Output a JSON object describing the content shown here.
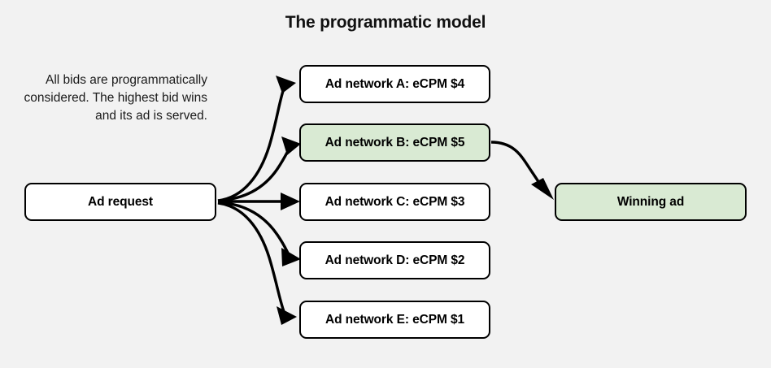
{
  "title": "The programmatic model",
  "description": "All bids are programmatically considered. The highest bid wins and its ad is served.",
  "colors": {
    "background": "#f2f2f2",
    "node_fill": "#ffffff",
    "highlight_fill": "#d9ead3",
    "border": "#000000",
    "text": "#000000"
  },
  "nodes": {
    "request": {
      "label": "Ad request"
    },
    "networks": [
      {
        "label": "Ad network A: eCPM $4",
        "highlight": false
      },
      {
        "label": "Ad network B: eCPM $5",
        "highlight": true
      },
      {
        "label": "Ad network C: eCPM $3",
        "highlight": false
      },
      {
        "label": "Ad network D: eCPM $2",
        "highlight": false
      },
      {
        "label": "Ad network E: eCPM $1",
        "highlight": false
      }
    ],
    "winner": {
      "label": "Winning ad"
    }
  },
  "edges": [
    {
      "from": "Ad request",
      "to": "Ad network A: eCPM $4"
    },
    {
      "from": "Ad request",
      "to": "Ad network B: eCPM $5"
    },
    {
      "from": "Ad request",
      "to": "Ad network C: eCPM $3"
    },
    {
      "from": "Ad request",
      "to": "Ad network D: eCPM $2"
    },
    {
      "from": "Ad request",
      "to": "Ad network E: eCPM $1"
    },
    {
      "from": "Ad network B: eCPM $5",
      "to": "Winning ad"
    }
  ]
}
